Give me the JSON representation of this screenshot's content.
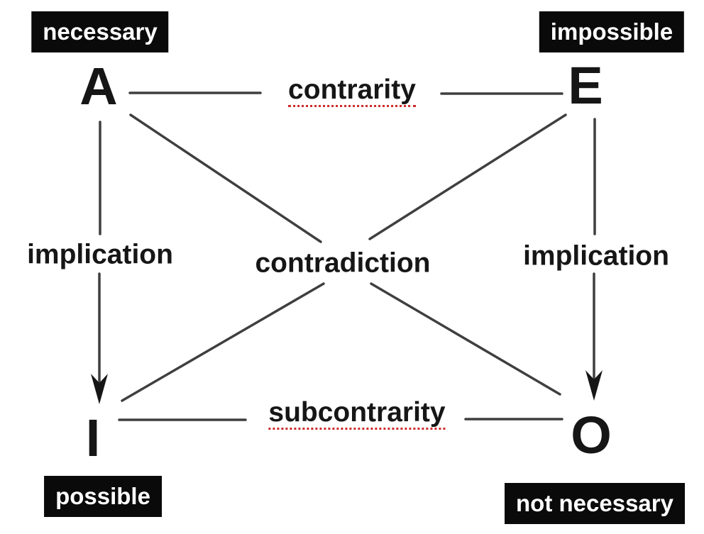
{
  "diagram": {
    "type": "square-of-opposition",
    "nodes": {
      "a": {
        "letter": "A",
        "tag": "necessary"
      },
      "e": {
        "letter": "E",
        "tag": "impossible"
      },
      "i": {
        "letter": "I",
        "tag": "possible"
      },
      "o": {
        "letter": "O",
        "tag": "not necessary"
      }
    },
    "relations": {
      "top": "contrarity",
      "bottom": "subcontrarity",
      "center": "contradiction",
      "left": "implication",
      "right": "implication"
    },
    "colors": {
      "background": "#ffffff",
      "text": "#161616",
      "line": "#3f3f3f",
      "box_bg": "#0a0a0a",
      "box_text": "#ffffff",
      "underline": "#cc2b2b"
    }
  }
}
